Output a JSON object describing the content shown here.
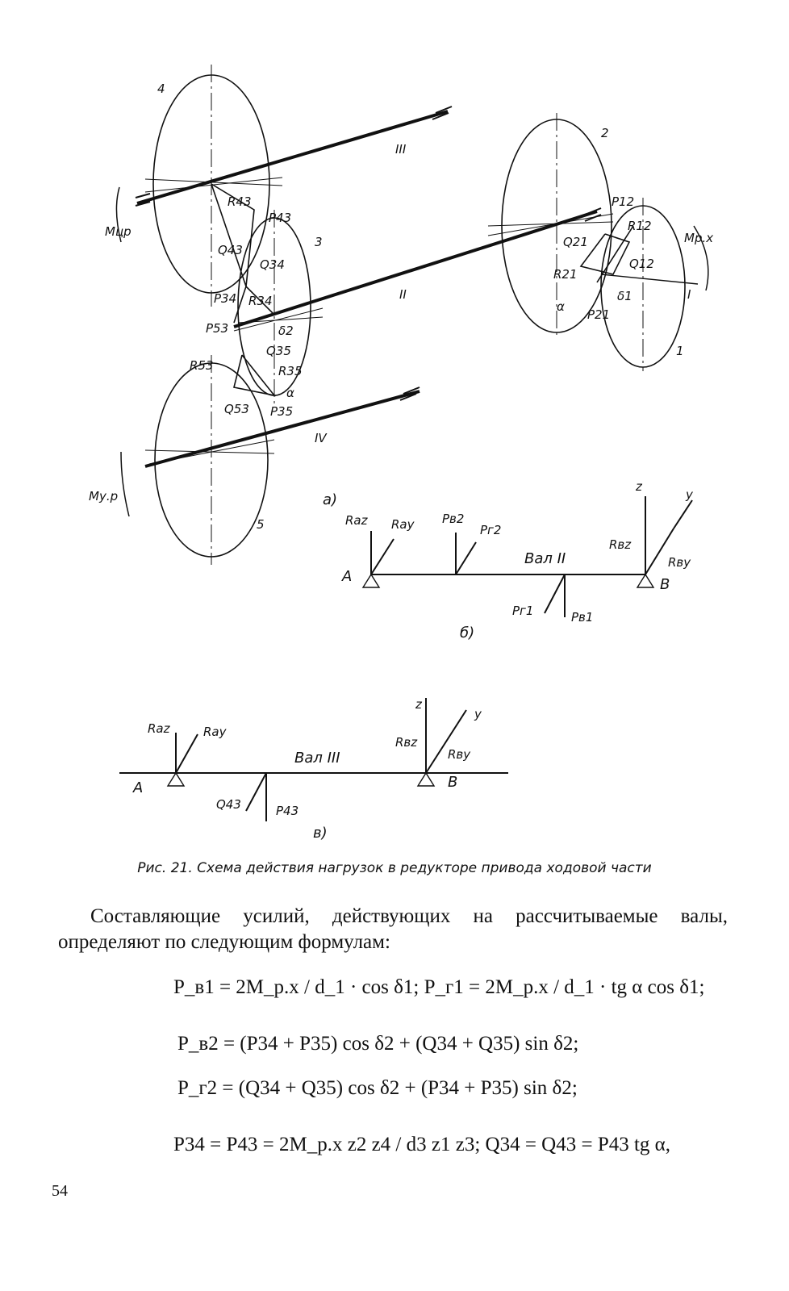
{
  "figure": {
    "gears": [
      "1",
      "2",
      "3",
      "4",
      "5"
    ],
    "shafts": [
      "I",
      "II",
      "III",
      "IV"
    ],
    "moments": {
      "drive": "Mр.х",
      "load_top": "Mцр",
      "load_bottom": "Mу.р"
    },
    "forces_a": [
      "R43",
      "P43",
      "Q43",
      "Q34",
      "P34",
      "R34",
      "P53",
      "δ2",
      "Q35",
      "R53",
      "R35",
      "α",
      "Q53",
      "P35",
      "P12",
      "R12",
      "Q21",
      "Q12",
      "R21",
      "δ1",
      "α",
      "P21"
    ],
    "subfig_a": "а)",
    "subfig_b": "б)",
    "subfig_c": "в)",
    "beam_b": {
      "shaft": "Вал II",
      "left": "A",
      "right": "B",
      "forces": [
        "Raz",
        "Ray",
        "Pв2",
        "Pг2",
        "Rвz",
        "Rвy",
        "Pг1",
        "Pв1"
      ],
      "axes": [
        "z",
        "y"
      ]
    },
    "beam_c": {
      "shaft": "Вал III",
      "left": "A",
      "right": "B",
      "forces": [
        "Raz",
        "Ray",
        "Rвz",
        "Rвy",
        "Q43",
        "P43"
      ],
      "axes": [
        "z",
        "y"
      ]
    }
  },
  "caption": "Рис. 21. Схема действия нагрузок в редукторе привода ходовой части",
  "paragraph": "Составляющие усилий, действующих на рассчитываемые валы, определяют по следующим формулам:",
  "formulas": [
    "P_в1 = 2M_р.х / d_1 · cos δ1;   P_г1 = 2M_р.х / d_1 · tg α cos δ1;",
    "P_в2 = (P34 + P35) cos δ2 + (Q34 + Q35) sin δ2;",
    "P_г2 = (Q34 + Q35) cos δ2 + (P34 + P35) sin δ2;",
    "P34 = P43 = 2M_р.х z2 z4 / d3 z1 z3;   Q34 = Q43 = P43 tg α,"
  ],
  "page_number": "54"
}
